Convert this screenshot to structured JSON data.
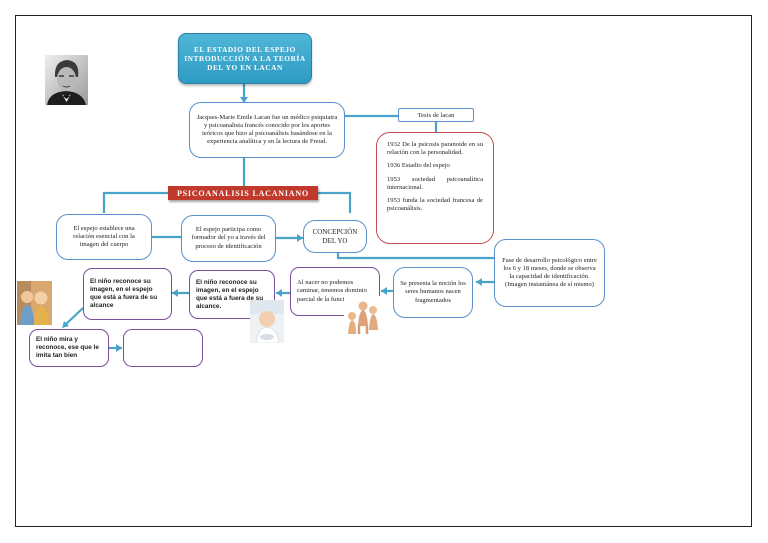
{
  "title": "EL ESTADIO DEL ESPEJO INTRODUCCIÓN A LA TEORÍA DEL YO EN LACAN",
  "bio": "Jacques-Marie Emile Lacan fue un médico psiquiatra y psicoanalista francés conocido por los aportes teóricos que hizo al psicoanálisis basándose en la experiencia analítica y en la lectura de Freud.",
  "tesis_label": "Tesis de lacan",
  "tesis_items": [
    "1932 De la psicosis paranoide en su relación con la personalidad.",
    "1936 Estadio del espejo",
    "1953 sociedad psicoanalítica internacional.",
    "1953 funda la sociedad francesa de psicoanálisis."
  ],
  "banner": "PSICOANALISIS LACANIANO",
  "nodes": {
    "espejo_relacion": "El espejo establece una relación esencial con la imagen del cuerpo",
    "espejo_formador": "El espejo participa como formador del yo a través del proceso de identificación",
    "concepcion": "CONCEPCIÓN DEL YO",
    "fase": "Fase de desarrollo psicológico entre los 6 y 18 meses, donde se observa la capacidad de identificación. (Imagen instantánea de sí mismo)",
    "seres_humanos": "Se presenta la noción los seres humanos nacen fragmentados",
    "al_nacer": "Al nacer no podemos caminar, tenemos dominio parcial de la función motora",
    "nino_reconoce_2": "El niño reconoce su imagen, en el espejo que está a fuera de su alcance.",
    "nino_reconoce_1": "El niño reconoce su imagen, en el espejo que está a fuera de su alcance",
    "nino_mira": "El niño mira y reconoce, ese que le imita tan bien",
    "empty": ""
  },
  "colors": {
    "connector": "#4aa3c8",
    "title_bg": "#2e9bc4",
    "banner_bg": "#c0392b",
    "blue_border": "#5b8fc9",
    "purple_border": "#7c4f9e",
    "red_border": "#c0504d"
  },
  "icons": [
    "lacan-portrait",
    "babies-mirror-photo",
    "baby-mirror-photo",
    "toddlers-photo"
  ]
}
